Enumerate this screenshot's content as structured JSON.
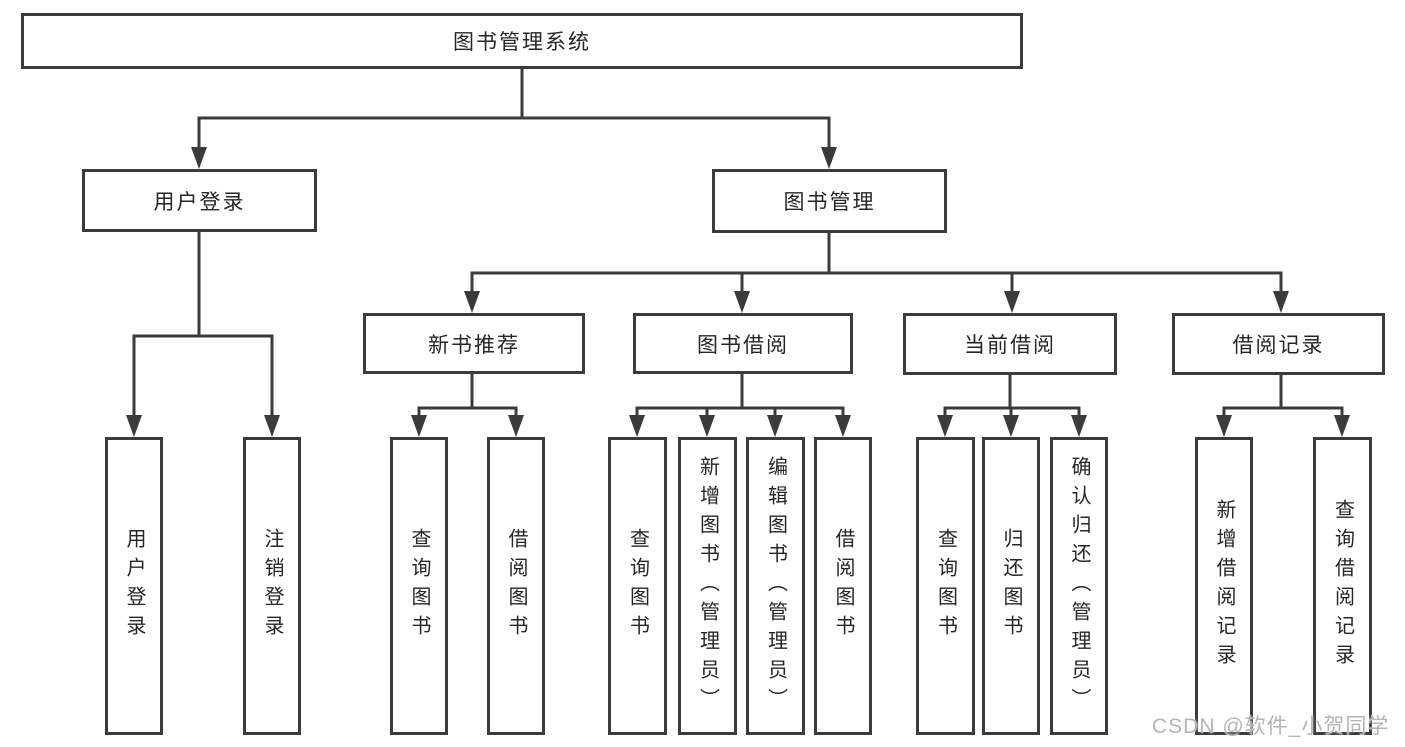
{
  "tree": {
    "root": {
      "label": "图书管理系统"
    },
    "branches": [
      {
        "label": "用户登录",
        "children": [
          {
            "label": "用户登录"
          },
          {
            "label": "注销登录"
          }
        ]
      },
      {
        "label": "图书管理",
        "groups": [
          {
            "label": "新书推荐",
            "children": [
              {
                "label": "查询图书"
              },
              {
                "label": "借阅图书"
              }
            ]
          },
          {
            "label": "图书借阅",
            "children": [
              {
                "label": "查询图书"
              },
              {
                "label": "新增图书（管理员）"
              },
              {
                "label": "编辑图书（管理员）"
              },
              {
                "label": "借阅图书"
              }
            ]
          },
          {
            "label": "当前借阅",
            "children": [
              {
                "label": "查询图书"
              },
              {
                "label": "归还图书"
              },
              {
                "label": "确认归还（管理员）"
              }
            ]
          },
          {
            "label": "借阅记录",
            "children": [
              {
                "label": "新增借阅记录"
              },
              {
                "label": "查询借阅记录"
              }
            ]
          }
        ]
      }
    ]
  },
  "watermark": {
    "text": "CSDN @软件_小贺同学"
  },
  "colors": {
    "line": "#3b3b3b",
    "text": "#262626",
    "background": "#ffffff",
    "watermark": "#b5b5b5"
  }
}
